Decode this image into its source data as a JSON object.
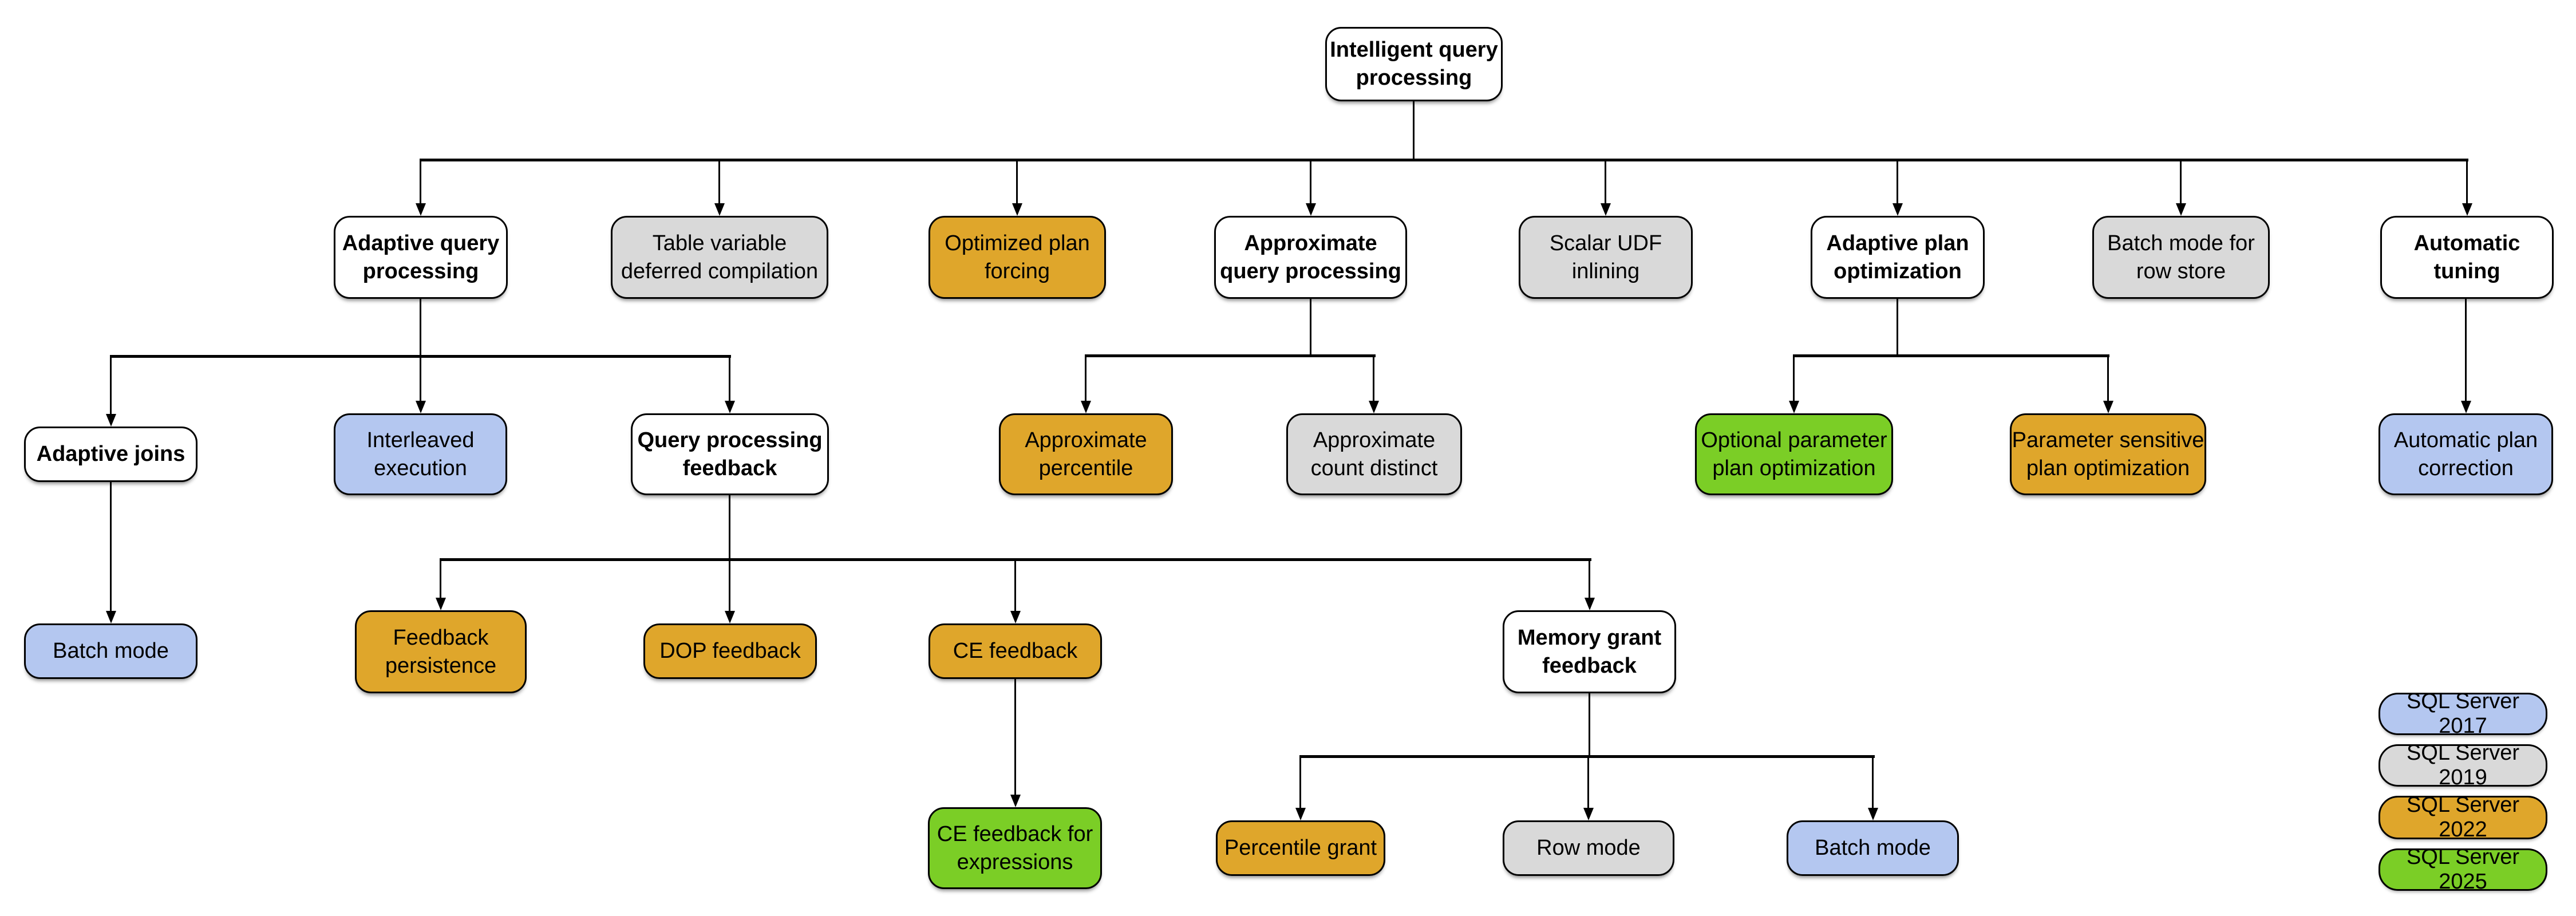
{
  "palette": {
    "sql_server_2017": "#B4C7F0",
    "sql_server_2019": "#D9D9D9",
    "sql_server_2022": "#DFA62B",
    "sql_server_2025": "#7BCE26",
    "category_fill": "#FFFFFF",
    "line_color": "#000000"
  },
  "nodes": {
    "root": {
      "label": "Intelligent query processing",
      "version": "category"
    },
    "adaptive_query_processing": {
      "label": "Adaptive query processing",
      "version": "category"
    },
    "table_variable_deferred_compilation": {
      "label": "Table variable deferred compilation",
      "version": "SQL Server 2019"
    },
    "optimized_plan_forcing": {
      "label": "Optimized plan forcing",
      "version": "SQL Server 2022"
    },
    "approximate_query_processing": {
      "label": "Approximate query processing",
      "version": "category"
    },
    "scalar_udf_inlining": {
      "label": "Scalar UDF inlining",
      "version": "SQL Server 2019"
    },
    "adaptive_plan_optimization": {
      "label": "Adaptive plan optimization",
      "version": "category"
    },
    "batch_mode_for_row_store": {
      "label": "Batch mode for row store",
      "version": "SQL Server 2019"
    },
    "automatic_tuning": {
      "label": "Automatic tuning",
      "version": "category"
    },
    "adaptive_joins": {
      "label": "Adaptive joins",
      "version": "category"
    },
    "interleaved_execution": {
      "label": "Interleaved execution",
      "version": "SQL Server 2017"
    },
    "query_processing_feedback": {
      "label": "Query processing feedback",
      "version": "category"
    },
    "approximate_percentile": {
      "label": "Approximate percentile",
      "version": "SQL Server 2022"
    },
    "approximate_count_distinct": {
      "label": "Approximate count distinct",
      "version": "SQL Server 2019"
    },
    "optional_parameter_plan_optimization": {
      "label": "Optional parameter plan optimization",
      "version": "SQL Server 2025"
    },
    "parameter_sensitive_plan_optimization": {
      "label": "Parameter sensitive plan optimization",
      "version": "SQL Server 2022"
    },
    "automatic_plan_correction": {
      "label": "Automatic plan correction",
      "version": "SQL Server 2017"
    },
    "batch_mode_adaptive_joins": {
      "label": "Batch mode",
      "version": "SQL Server 2017"
    },
    "feedback_persistence": {
      "label": "Feedback persistence",
      "version": "SQL Server 2022"
    },
    "dop_feedback": {
      "label": "DOP feedback",
      "version": "SQL Server 2022"
    },
    "ce_feedback": {
      "label": "CE feedback",
      "version": "SQL Server 2022"
    },
    "memory_grant_feedback": {
      "label": "Memory grant feedback",
      "version": "category"
    },
    "ce_feedback_for_expressions": {
      "label": "CE feedback for expressions",
      "version": "SQL Server 2025"
    },
    "percentile_grant": {
      "label": "Percentile grant",
      "version": "SQL Server 2022"
    },
    "row_mode": {
      "label": "Row mode",
      "version": "SQL Server 2019"
    },
    "batch_mode_memory_grant": {
      "label": "Batch mode",
      "version": "SQL Server 2017"
    }
  },
  "legend": {
    "items": [
      {
        "label": "SQL Server 2017",
        "color": "#B4C7F0"
      },
      {
        "label": "SQL Server 2019",
        "color": "#D9D9D9"
      },
      {
        "label": "SQL Server 2022",
        "color": "#DFA62B"
      },
      {
        "label": "SQL Server 2025",
        "color": "#7BCE26"
      }
    ]
  }
}
